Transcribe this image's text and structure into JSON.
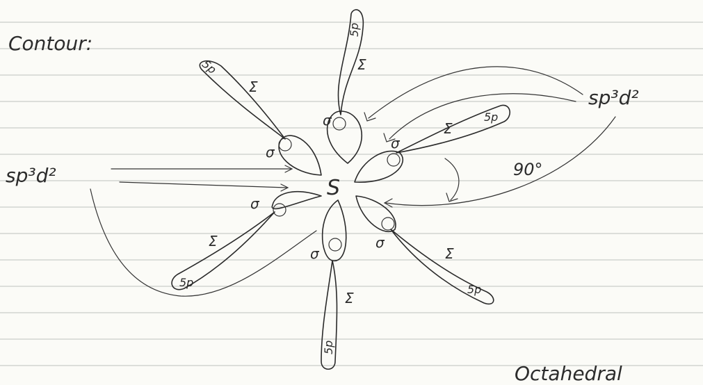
{
  "title": "Contour:",
  "caption": "Octahedral",
  "central_atom": "S",
  "hybrid_left": "sp³d²",
  "hybrid_right": "sp³d²",
  "angle_label": "90°",
  "lobes": [
    {
      "id": "top",
      "outer": "5p",
      "bond": "Σ",
      "inner": "σ"
    },
    {
      "id": "upper-left",
      "outer": "5p",
      "bond": "Σ",
      "inner": "σ"
    },
    {
      "id": "upper-right",
      "outer": "5p",
      "bond": "Σ",
      "inner": "σ"
    },
    {
      "id": "lower-left",
      "outer": "5p",
      "bond": "Σ",
      "inner": "σ"
    },
    {
      "id": "lower-right",
      "outer": "5p",
      "bond": "Σ",
      "inner": "σ"
    },
    {
      "id": "bottom",
      "outer": "5p",
      "bond": "Σ",
      "inner": "σ"
    }
  ]
}
